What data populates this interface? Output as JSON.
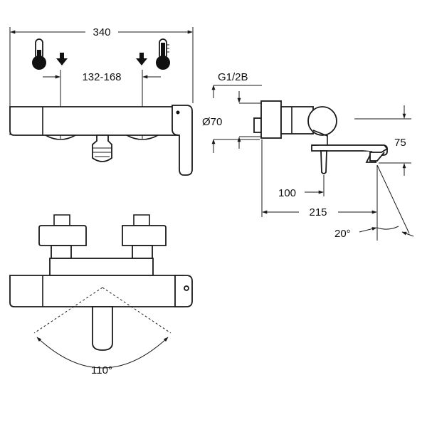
{
  "dimensions": {
    "overall_width": "340",
    "inlet_centers": "132-168",
    "connection_thread": "G1/2B",
    "body_diameter": "Ø70",
    "spout_height": "75",
    "handle_projection": "100",
    "spout_projection": "215",
    "spray_angle": "20°",
    "handle_rotation": "110°"
  },
  "icons": {
    "cold": "thermometer-cold-icon",
    "hot": "thermometer-hot-icon",
    "arrow": "arrow-down-icon"
  },
  "colors": {
    "line": "#1a1a1a",
    "background": "#ffffff"
  }
}
